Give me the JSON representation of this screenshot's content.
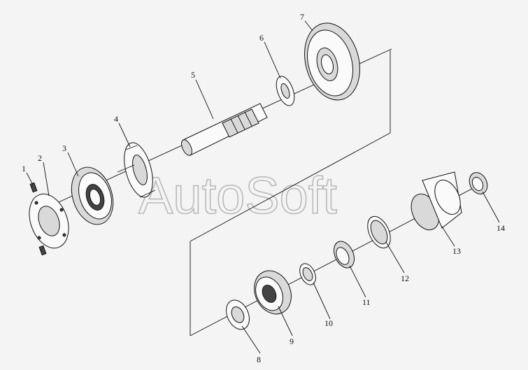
{
  "diagram": {
    "watermark": "AutoSoft",
    "callouts": [
      "1",
      "2",
      "3",
      "4",
      "5",
      "6",
      "7",
      "8",
      "9",
      "10",
      "11",
      "12",
      "13",
      "14"
    ]
  }
}
